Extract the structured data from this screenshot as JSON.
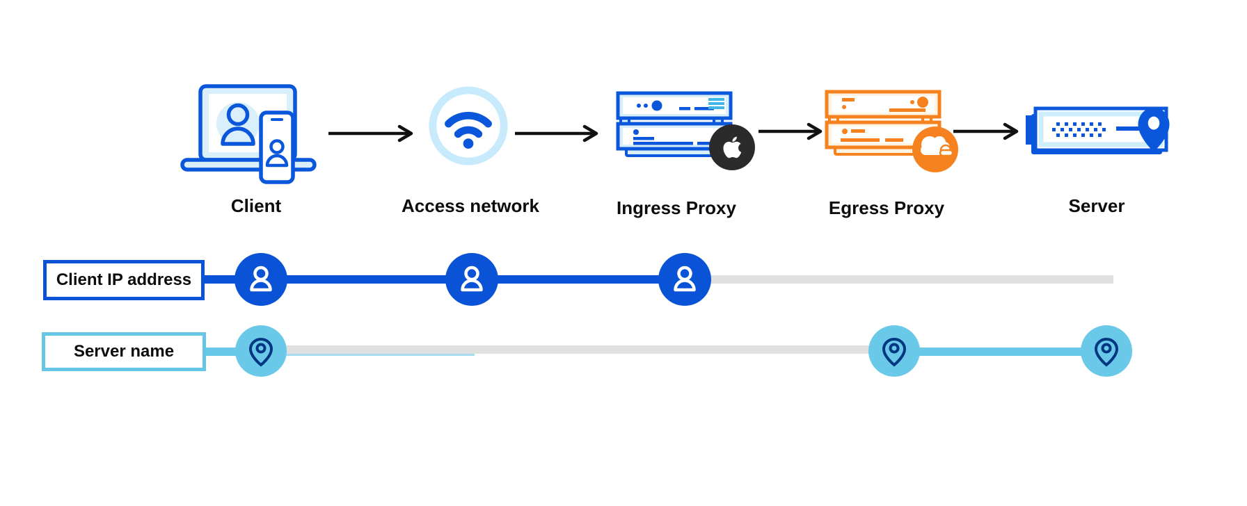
{
  "diagram": {
    "nodes": [
      {
        "label": "Client",
        "icon": "client-devices-icon"
      },
      {
        "label": "Access network",
        "icon": "wifi-icon"
      },
      {
        "label": "Ingress Proxy",
        "icon": "server-rack-icon",
        "badge": "apple-logo-icon"
      },
      {
        "label": "Egress Proxy",
        "icon": "server-rack-icon",
        "badge": "cloudflare-logo-icon"
      },
      {
        "label": "Server",
        "icon": "server-location-icon"
      }
    ],
    "arrow_count": 4,
    "tracks": [
      {
        "label": "Client IP address",
        "marker_icon": "person-icon",
        "marker_nodes": [
          "Client",
          "Access network",
          "Ingress Proxy"
        ],
        "active_color": "#0b53d6",
        "inactive_color": "#e0e0e0"
      },
      {
        "label": "Server name",
        "marker_icon": "location-pin-icon",
        "marker_nodes": [
          "Client",
          "Egress Proxy",
          "Server"
        ],
        "active_color": "#6ac8e8",
        "inactive_color": "#e0e0e0"
      }
    ],
    "colors": {
      "deep_blue": "#0b53d6",
      "icon_blue": "#0a57dc",
      "light_blue_fill": "#d9effc",
      "wifi_ring": "#c7eafc",
      "cyan_accent": "#41b6e8",
      "sky_blue": "#6ac8e8",
      "navy_pin": "#003682",
      "orange": "#f6821f",
      "orange_fill": "#fff3e2",
      "apple_badge": "#2b2b2b",
      "track_gray": "#e0e0e0",
      "thin_line": "#a5dcee",
      "arrow_black": "#111111"
    }
  }
}
